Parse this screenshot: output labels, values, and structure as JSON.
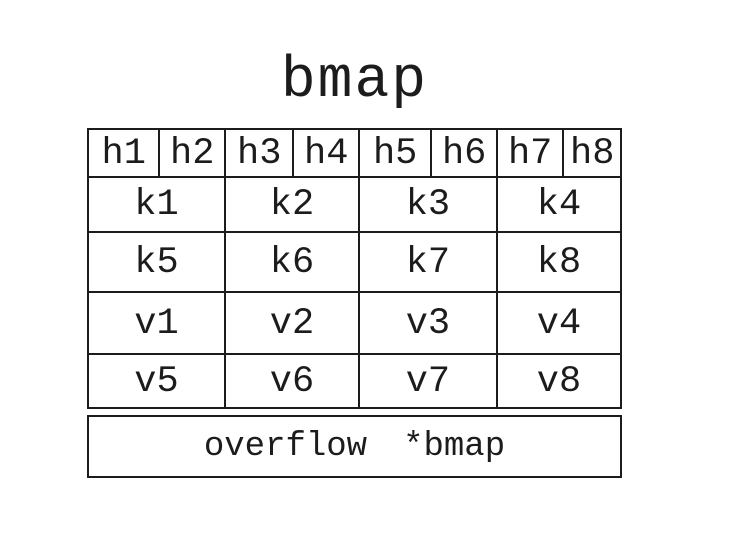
{
  "title": "bmap",
  "colors": {
    "border": "#1c1c1c",
    "text": "#1c1c1c",
    "background": "#ffffff"
  },
  "bucket": {
    "hash_cells": [
      "h1",
      "h2",
      "h3",
      "h4",
      "h5",
      "h6",
      "h7",
      "h8"
    ],
    "key_rows": [
      [
        "k1",
        "k2",
        "k3",
        "k4"
      ],
      [
        "k5",
        "k6",
        "k7",
        "k8"
      ]
    ],
    "value_rows": [
      [
        "v1",
        "v2",
        "v3",
        "v4"
      ],
      [
        "v5",
        "v6",
        "v7",
        "v8"
      ]
    ],
    "overflow": {
      "label": "overflow",
      "type": "*bmap"
    }
  }
}
